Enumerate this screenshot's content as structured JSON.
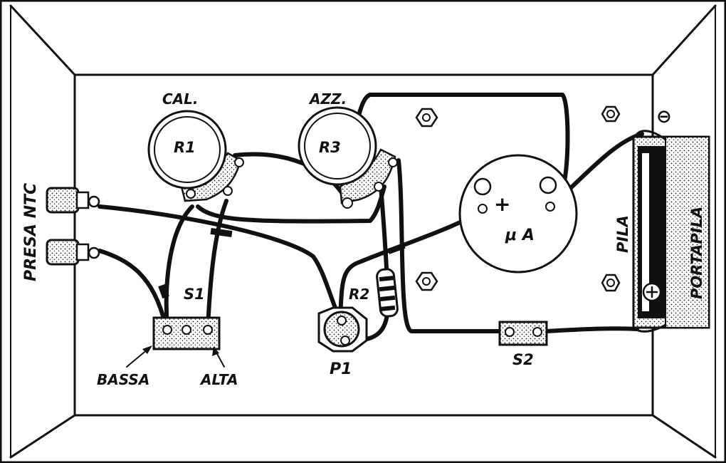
{
  "labels": {
    "cal": "CAL.",
    "azz": "AZZ.",
    "r1": "R1",
    "r3": "R3",
    "r2": "R2",
    "presa_ntc": "PRESA NTC",
    "s1": "S1",
    "bassa": "BASSA",
    "alta": "ALTA",
    "p1": "P1",
    "microamp": "μ A",
    "plus": "+",
    "pila": "PILA",
    "portapila": "PORTAPILA",
    "s2": "S2",
    "minus_symbol": "⊖",
    "plus_symbol": "⊕"
  },
  "colors": {
    "ink": "#111111",
    "paper": "#ffffff"
  }
}
